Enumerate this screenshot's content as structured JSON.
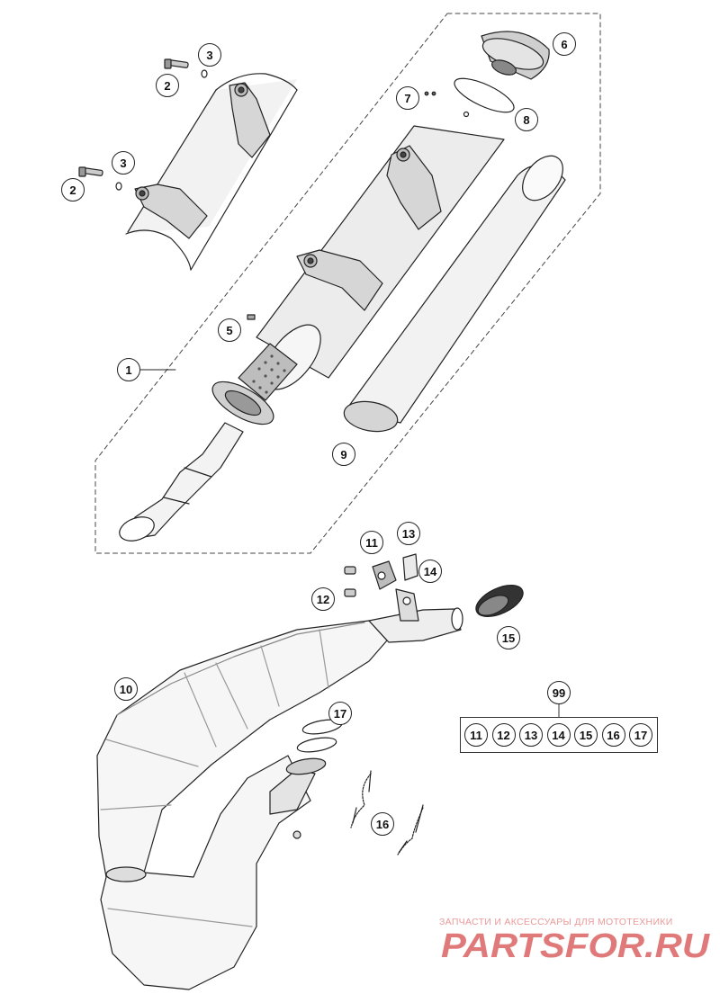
{
  "diagram": {
    "callouts": {
      "c1": "1",
      "c2a": "2",
      "c2b": "2",
      "c3a": "3",
      "c3b": "3",
      "c5": "5",
      "c6": "6",
      "c7": "7",
      "c8": "8",
      "c9": "9",
      "c10": "10",
      "c11": "11",
      "c12": "12",
      "c13": "13",
      "c14": "14",
      "c15": "15",
      "c16": "16",
      "c17": "17",
      "c99": "99"
    },
    "kit_items": [
      "11",
      "12",
      "13",
      "14",
      "15",
      "16",
      "17"
    ]
  },
  "watermark": {
    "subtitle": "ЗАПЧАСТИ И АКСЕССУАРЫ ДЛЯ МОТОТЕХНИКИ",
    "logo_text": "PARTSFOR.RU",
    "color": "#e07a7a"
  }
}
